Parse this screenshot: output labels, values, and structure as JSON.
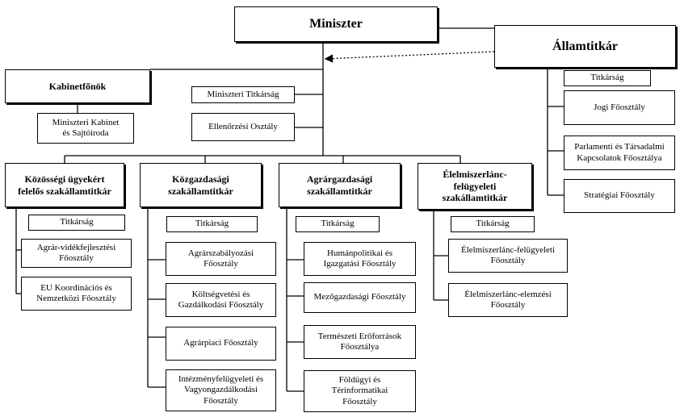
{
  "miniszter": "Miniszter",
  "allamtitkar": {
    "title": "Államtitkár",
    "titkarsag": "Titkárság",
    "items": [
      "Jogi Főosztály",
      "Parlamenti és Társadalmi\nKapcsolatok Főosztálya",
      "Stratégiai Főosztály"
    ]
  },
  "kabinet": {
    "title": "Kabinetfőnök",
    "miniszteri_titkarsag": "Miniszteri Titkárság",
    "kabinet_sajto": "Miniszteri Kabinet\nés Sajtóiroda",
    "ellenorzesi": "Ellenőrzési Osztály"
  },
  "columns": [
    {
      "title": "Közösségi ügyekért\nfelelős szakállamtitkár",
      "titkarsag": "Titkárság",
      "items": [
        "Agrár-vidékfejlesztési\nFőosztály",
        "EU Koordinációs és\nNemzetközi Főosztály"
      ]
    },
    {
      "title": "Közgazdasági\nszakállamtitkár",
      "titkarsag": "Titkárság",
      "items": [
        "Agrárszabályozási\nFőosztály",
        "Költségvetési és\nGazdálkodási Főosztály",
        "Agrárpiaci Főosztály",
        "Intézményfelügyeleti és\nVagyongazdálkodási\nFőosztály"
      ]
    },
    {
      "title": "Agrárgazdasági\nszakállamtitkár",
      "titkarsag": "Titkárság",
      "items": [
        "Humánpolitikai és\nIgazgatási Főosztály",
        "Mezőgazdasági Főosztály",
        "Természeti Erőforrások\nFőosztálya",
        "Földügyi és\nTérinformatikai\nFőosztály"
      ]
    },
    {
      "title": "Élelmiszerlánc-\nfelügyeleti\nszakállamtitkár",
      "titkarsag": "Titkárság",
      "items": [
        "Élelmiszerlánc-felügyeleti\nFőosztály",
        "Élelmiszerlánc-elemzési\nFőosztály"
      ]
    }
  ]
}
